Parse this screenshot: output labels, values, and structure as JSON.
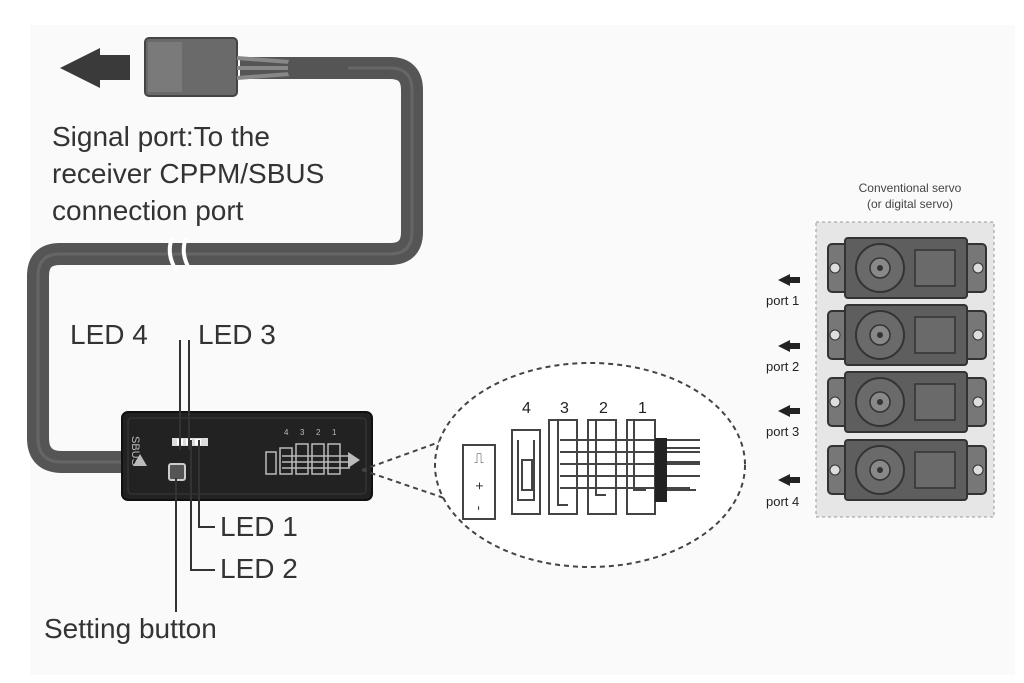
{
  "labels": {
    "signal_port": [
      "Signal port:To the",
      "receiver CPPM/SBUS",
      "connection port"
    ],
    "led4": "LED 4",
    "led3": "LED 3",
    "led1": "LED 1",
    "led2": "LED 2",
    "setting_button": "Setting button",
    "servo_title": [
      "Conventional servo",
      "(or digital servo)"
    ],
    "ports": [
      "port 1",
      "port 2",
      "port 3",
      "port 4"
    ],
    "pin_numbers": [
      "4",
      "3",
      "2",
      "1"
    ],
    "device_pin_numbers": [
      "4",
      "3",
      "2",
      "1"
    ],
    "device_brand": "SBUS",
    "signal_legend": [
      "-",
      "+",
      "⎍"
    ]
  }
}
